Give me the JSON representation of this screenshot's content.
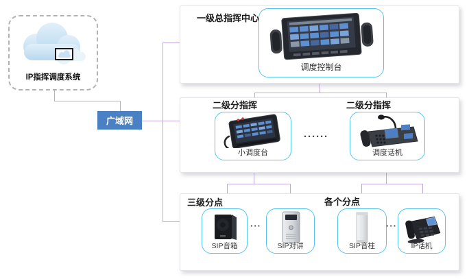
{
  "diagram": {
    "cloud_system": {
      "label": "IP指挥调度系统"
    },
    "wan": {
      "label": "广域网"
    },
    "level1": {
      "title": "一级总指挥中心",
      "device": {
        "label": "调度控制台"
      }
    },
    "level2": {
      "left_title": "二级分指挥",
      "right_title": "二级分指挥",
      "dots": "······",
      "devices": [
        {
          "label": "小调度台"
        },
        {
          "label": "调度话机"
        }
      ]
    },
    "level3": {
      "left_title": "三级分点",
      "right_title": "各个分点",
      "left_dots": "···",
      "right_dots": "···",
      "devices": [
        {
          "label": "SIP音箱"
        },
        {
          "label": "SIP对讲"
        },
        {
          "label": "SIP音柱"
        },
        {
          "label": "IP话机"
        }
      ]
    },
    "colors": {
      "wan_badge": "#4a80c4",
      "card_border": "#55c5ee",
      "connector": "#bfa8dc"
    }
  }
}
